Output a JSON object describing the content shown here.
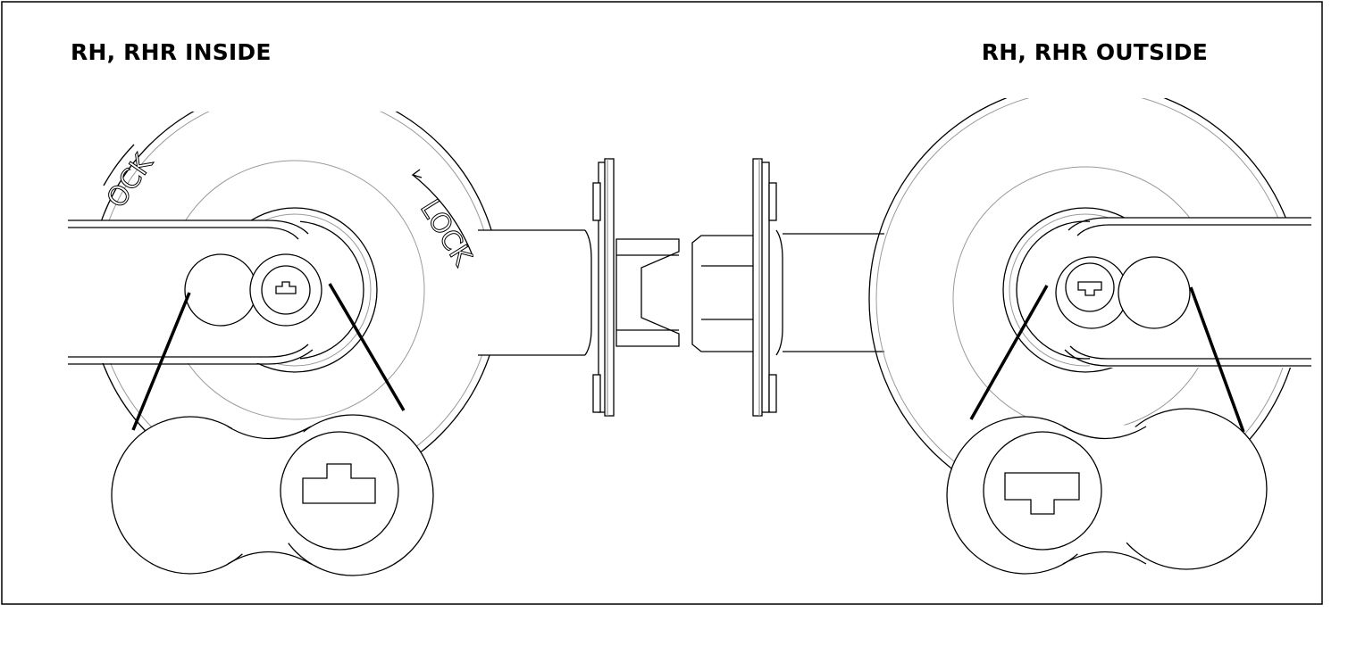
{
  "labels": {
    "left": "RH, RHR INSIDE",
    "right": "RH, RHR OUTSIDE"
  },
  "rose_text": {
    "lock_main": "LOCK",
    "lock_partial": "OCK"
  },
  "colors": {
    "line": "#000000",
    "faint": "#9a9a9a",
    "background": "#ffffff"
  }
}
